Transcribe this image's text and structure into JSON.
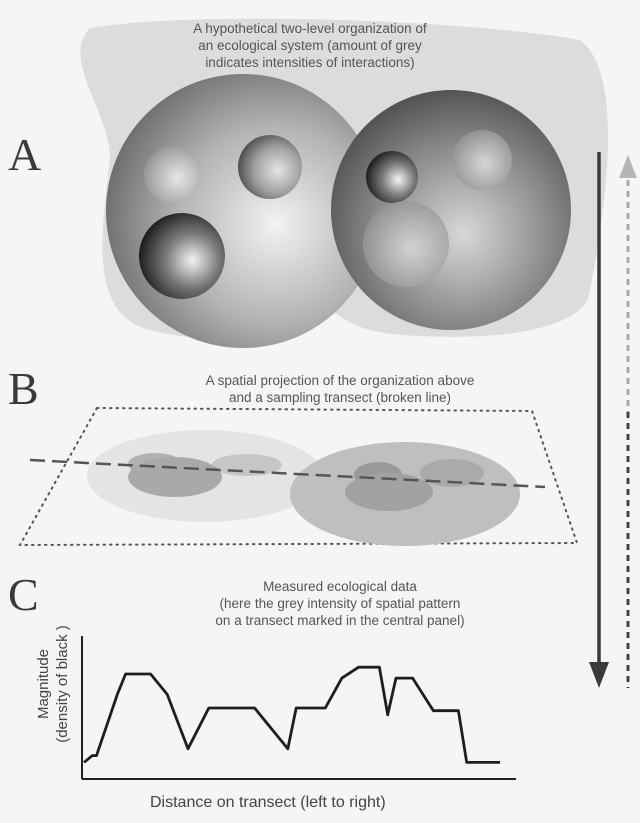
{
  "panels": {
    "A": {
      "letter": "A",
      "caption": [
        "A hypothetical two-level organization of",
        "an ecological system (amount of grey",
        "indicates intensities of interactions)"
      ]
    },
    "B": {
      "letter": "B",
      "caption": [
        "A spatial projection of the organization above",
        "and a sampling transect (broken line)"
      ]
    },
    "C": {
      "letter": "C",
      "caption": [
        "Measured ecological data",
        "(here the grey intensity of spatial pattern",
        "on a transect marked in the central panel)"
      ]
    }
  },
  "chart_data": {
    "type": "line",
    "title": "",
    "ylabel_lines": [
      "Magnitude",
      "(density of black )"
    ],
    "xlabel": "Distance on transect (left to right)",
    "x": [
      0,
      2,
      3,
      8,
      10,
      16,
      20,
      25,
      30,
      33,
      41,
      49,
      51,
      58,
      62,
      66,
      71,
      73,
      75,
      79,
      84,
      90,
      92,
      94,
      99,
      100
    ],
    "y": [
      0.1,
      0.15,
      0.15,
      0.6,
      0.75,
      0.75,
      0.6,
      0.2,
      0.5,
      0.5,
      0.5,
      0.2,
      0.5,
      0.5,
      0.72,
      0.8,
      0.8,
      0.45,
      0.72,
      0.72,
      0.48,
      0.48,
      0.1,
      0.1,
      0.1,
      0.1
    ]
  },
  "colors": {
    "arrow_down": "#3a3a3a",
    "arrow_up_dashed": "#9a9a9a"
  }
}
